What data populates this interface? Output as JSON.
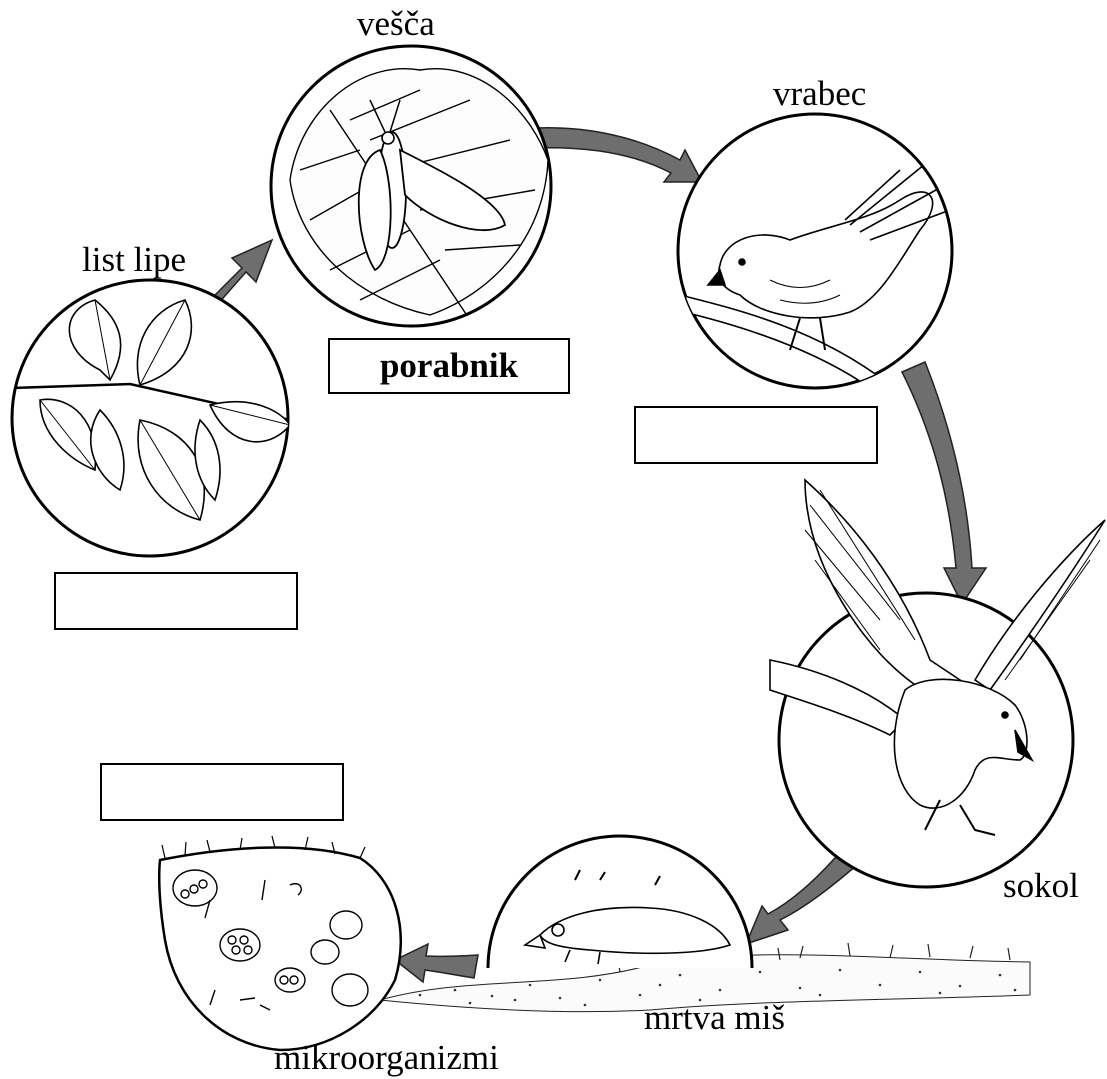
{
  "diagram": {
    "organisms": {
      "leaf": "list lipe",
      "moth": "vešča",
      "sparrow": "vrabec",
      "falcon": "sokol",
      "mouse": "mrtva miš",
      "microbes": "mikroorganizmi"
    },
    "answer_boxes": {
      "moth": "porabnik",
      "leaf": "",
      "sparrow": "",
      "microbes": ""
    },
    "colors": {
      "arrow": "#6e6e6e",
      "ink": "#000000"
    }
  }
}
